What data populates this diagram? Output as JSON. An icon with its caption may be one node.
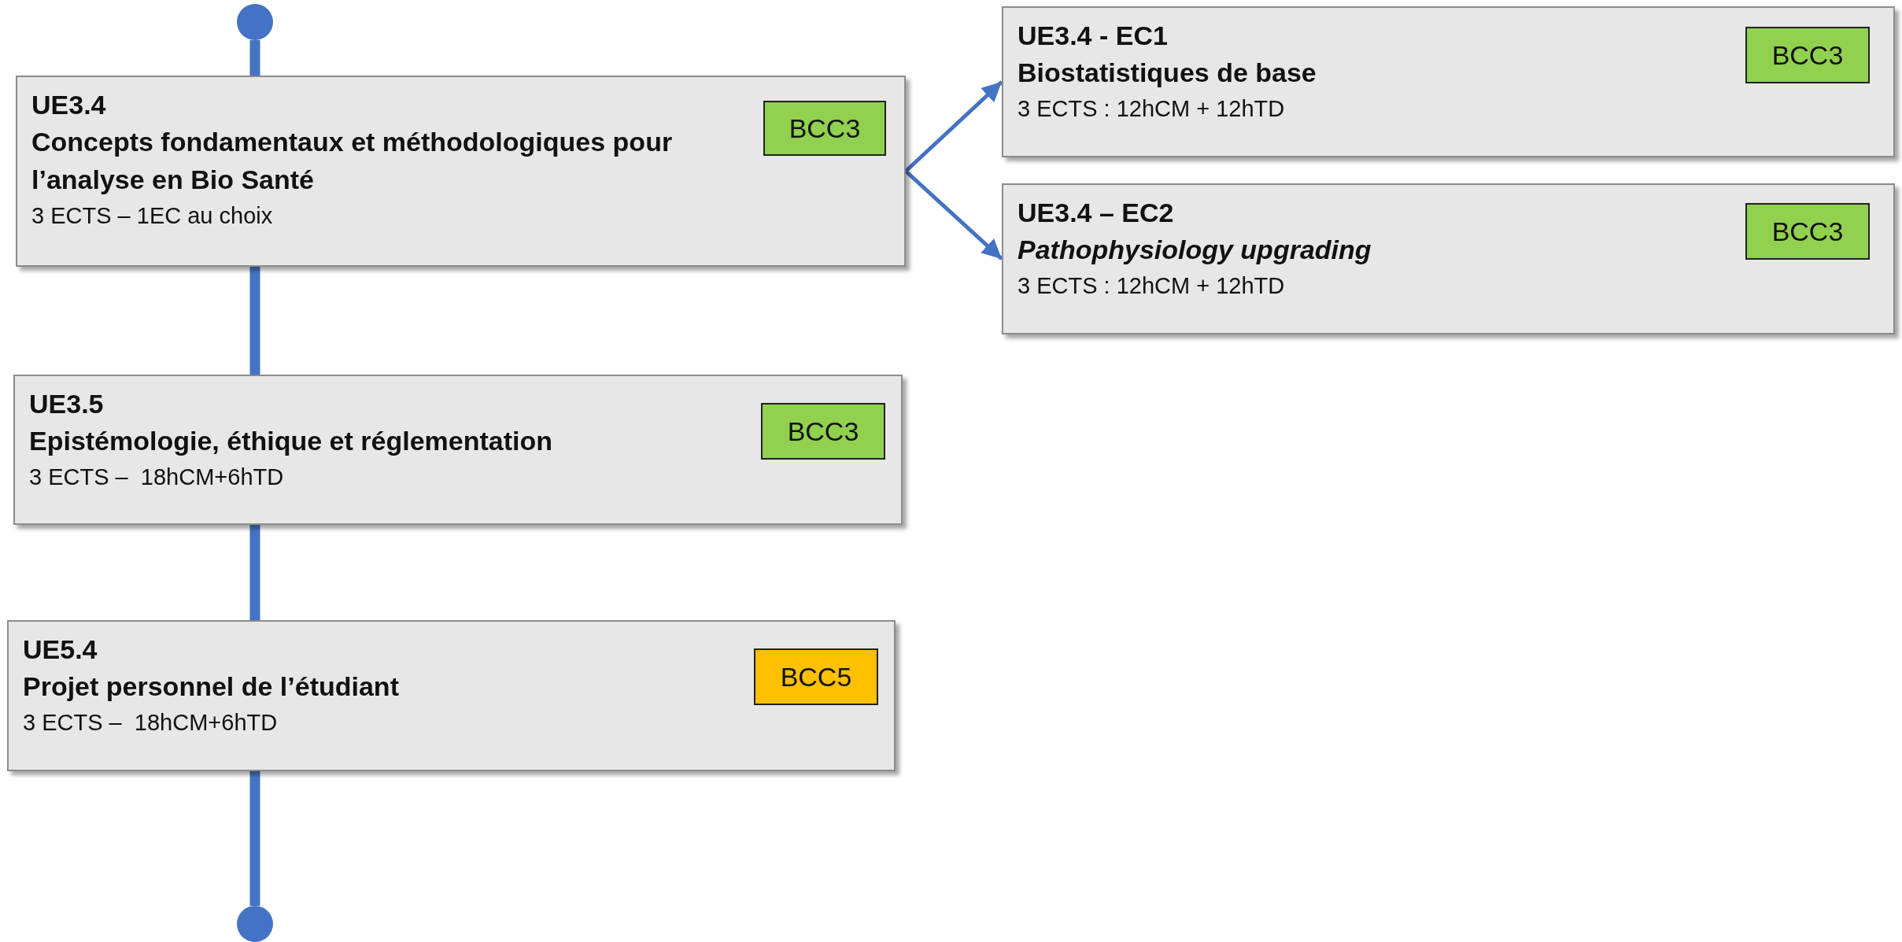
{
  "diagram": {
    "nodes": [
      {
        "text": [],
        "shape": "circle"
      },
      {
        "text": [
          "UE3.4",
          "Concepts fondamentaux et méthodologiques pour l’analyse en Bio Santé",
          "3 ECTS – 1EC au choix"
        ]
      },
      {
        "text": [
          "BCC3"
        ],
        "in": 1
      },
      {
        "text": [
          "UE3.4 - EC1",
          "Biostatistiques de base",
          "3 ECTS : 12hCM + 12hTD"
        ]
      },
      {
        "text": [
          "BCC3"
        ],
        "in": 3
      },
      {
        "text": [
          "UE3.4 – EC2",
          "*Pathophysiology upgrading*",
          "3 ECTS : 12hCM + 12hTD"
        ]
      },
      {
        "text": [
          "BCC3"
        ],
        "in": 5
      },
      {
        "text": [
          "UE3.5",
          "Epistémologie, éthique et réglementation",
          "3 ECTS –  18hCM+6hTD"
        ]
      },
      {
        "text": [
          "BCC3"
        ],
        "in": 7
      },
      {
        "text": [
          "UE5.4",
          "Projet personnel de l’étudiant",
          "3 ECTS –  18hCM+6hTD"
        ]
      },
      {
        "text": [
          "BCC5"
        ],
        "in": 9
      },
      {
        "text": [],
        "shape": "circle"
      }
    ],
    "edges": [
      {
        "from": 0,
        "to": 1,
        "arrow": "none"
      },
      {
        "from": 1,
        "to": 3,
        "arrow": "to"
      },
      {
        "from": 1,
        "to": 5,
        "arrow": "to"
      },
      {
        "from": 1,
        "to": 7,
        "arrow": "none"
      },
      {
        "from": 7,
        "to": 9,
        "arrow": "none"
      },
      {
        "from": 9,
        "to": 11,
        "arrow": "none"
      }
    ]
  }
}
